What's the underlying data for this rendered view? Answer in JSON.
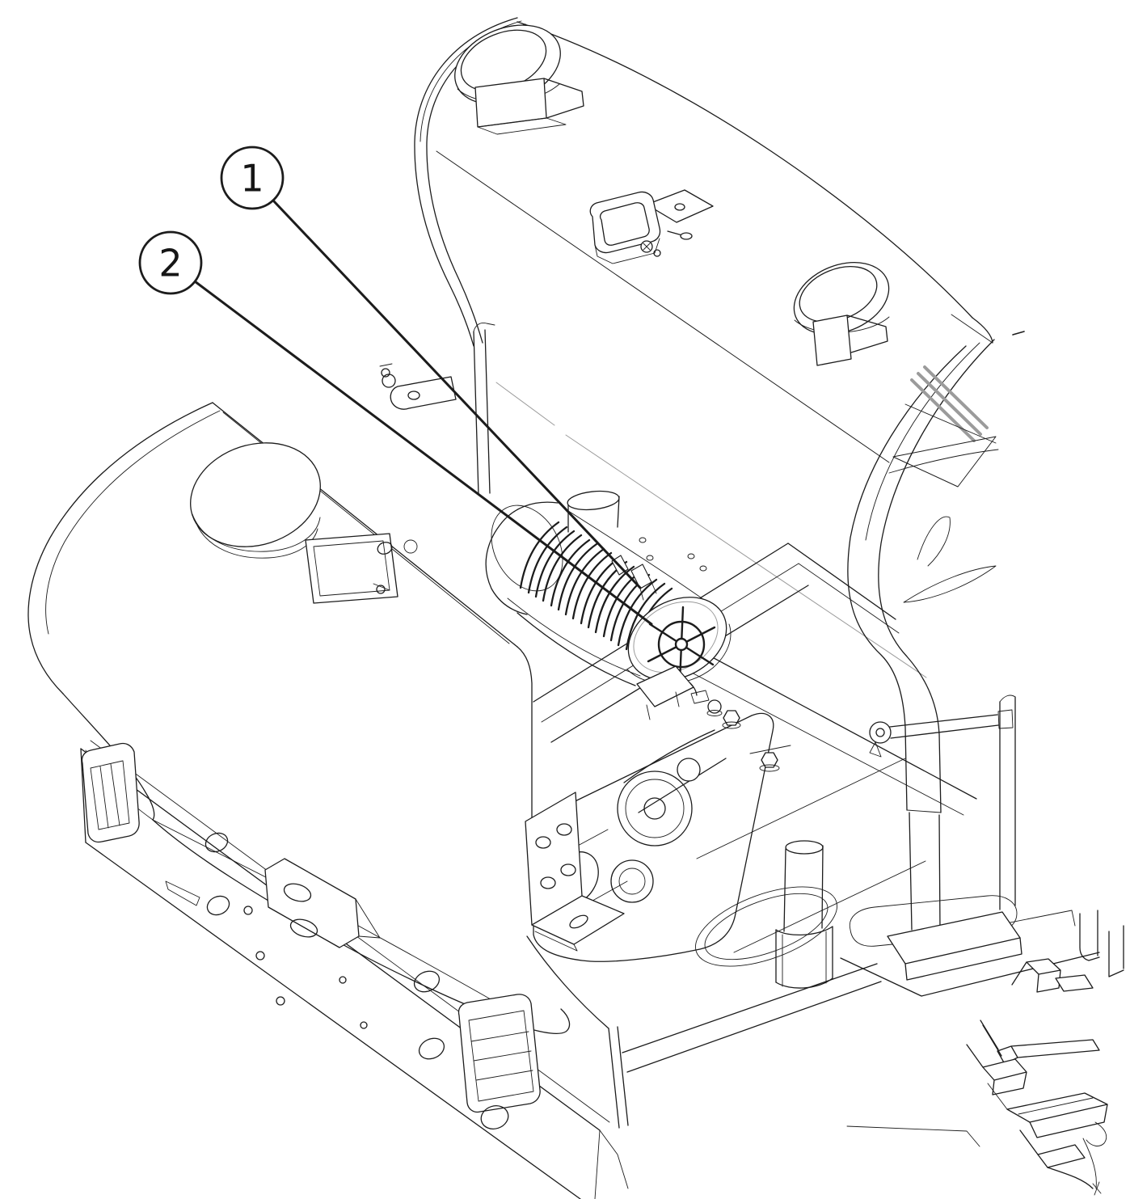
{
  "figure": {
    "type": "exploded-parts-line-drawing",
    "background": "#ffffff",
    "line_color": "#1c1c1c",
    "gray_color": "#9b9b9b",
    "callouts": [
      {
        "label": "1"
      },
      {
        "label": "2"
      }
    ]
  }
}
